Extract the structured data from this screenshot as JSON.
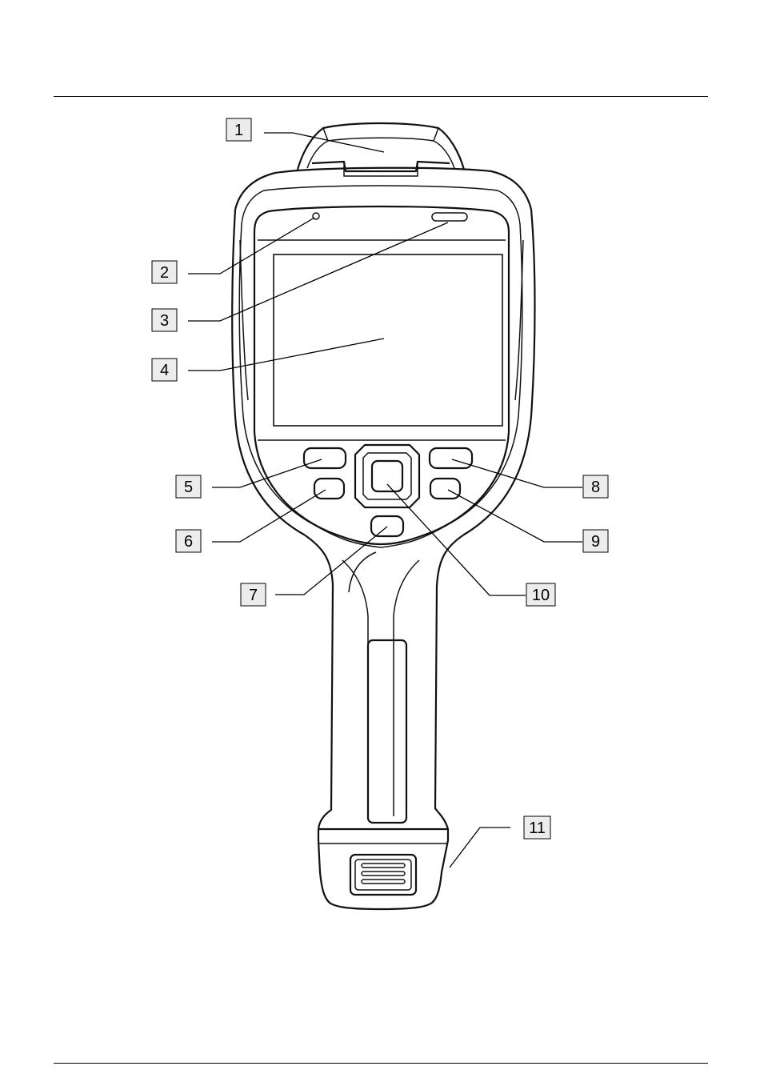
{
  "callouts": [
    {
      "id": 1,
      "label": "1"
    },
    {
      "id": 2,
      "label": "2"
    },
    {
      "id": 3,
      "label": "3"
    },
    {
      "id": 4,
      "label": "4"
    },
    {
      "id": 5,
      "label": "5"
    },
    {
      "id": 6,
      "label": "6"
    },
    {
      "id": 7,
      "label": "7"
    },
    {
      "id": 8,
      "label": "8"
    },
    {
      "id": 9,
      "label": "9"
    },
    {
      "id": 10,
      "label": "10"
    },
    {
      "id": 11,
      "label": "11"
    }
  ]
}
